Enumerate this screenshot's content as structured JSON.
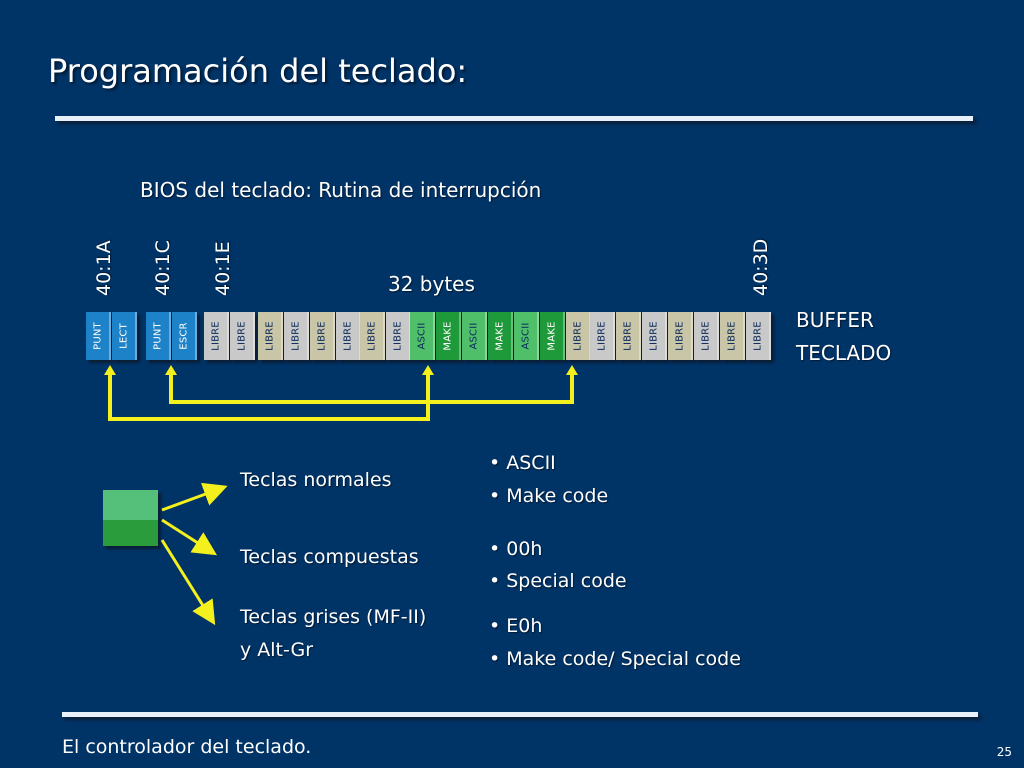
{
  "slide": {
    "title": "Programación del teclado:",
    "subtitle": "BIOS del teclado: Rutina de interrupción",
    "footer": "El controlador del teclado.",
    "page_number": "25"
  },
  "buffer": {
    "addresses": [
      "40:1A",
      "40:1C",
      "40:1E",
      "40:3D"
    ],
    "size_label": "32 bytes",
    "label_line1": "BUFFER",
    "label_line2": "TECLADO",
    "cells": [
      {
        "text": "PUNT",
        "color": "blue"
      },
      {
        "text": "LECT",
        "color": "blue"
      },
      {
        "text": "PUNT",
        "color": "blue"
      },
      {
        "text": "ESCR",
        "color": "blue"
      },
      {
        "text": "LIBRE",
        "color": "gray"
      },
      {
        "text": "LIBRE",
        "color": "gray"
      },
      {
        "text": "LIBRE",
        "color": "tan"
      },
      {
        "text": "LIBRE",
        "color": "gray"
      },
      {
        "text": "LIBRE",
        "color": "tan"
      },
      {
        "text": "LIBRE",
        "color": "gray"
      },
      {
        "text": "LIBRE",
        "color": "tan"
      },
      {
        "text": "LIBRE",
        "color": "gray"
      },
      {
        "text": "ASCII",
        "color": "lgreen"
      },
      {
        "text": "MAKE",
        "color": "dgreen"
      },
      {
        "text": "ASCII",
        "color": "lgreen"
      },
      {
        "text": "MAKE",
        "color": "dgreen"
      },
      {
        "text": "ASCII",
        "color": "lgreen"
      },
      {
        "text": "MAKE",
        "color": "dgreen"
      },
      {
        "text": "LIBRE",
        "color": "tan"
      },
      {
        "text": "LIBRE",
        "color": "gray"
      },
      {
        "text": "LIBRE",
        "color": "tan"
      },
      {
        "text": "LIBRE",
        "color": "gray"
      },
      {
        "text": "LIBRE",
        "color": "tan"
      },
      {
        "text": "LIBRE",
        "color": "gray"
      },
      {
        "text": "LIBRE",
        "color": "tan"
      },
      {
        "text": "LIBRE",
        "color": "gray"
      }
    ]
  },
  "key_types": [
    {
      "name_line1": "Teclas normales",
      "name_line2": "",
      "bullets": [
        "• ASCII",
        "• Make code"
      ]
    },
    {
      "name_line1": "Teclas compuestas",
      "name_line2": "",
      "bullets": [
        "• 00h",
        "• Special code"
      ]
    },
    {
      "name_line1": "Teclas grises (MF-II)",
      "name_line2": "y Alt-Gr",
      "bullets": [
        "• E0h",
        "• Make code/ Special code"
      ]
    }
  ],
  "colors": {
    "background": "#003366",
    "connector": "#f4f01e",
    "pointer_cells": "#1e82c8",
    "ascii_cells": "#4fbf6a",
    "make_cells": "#1f9a3a"
  }
}
